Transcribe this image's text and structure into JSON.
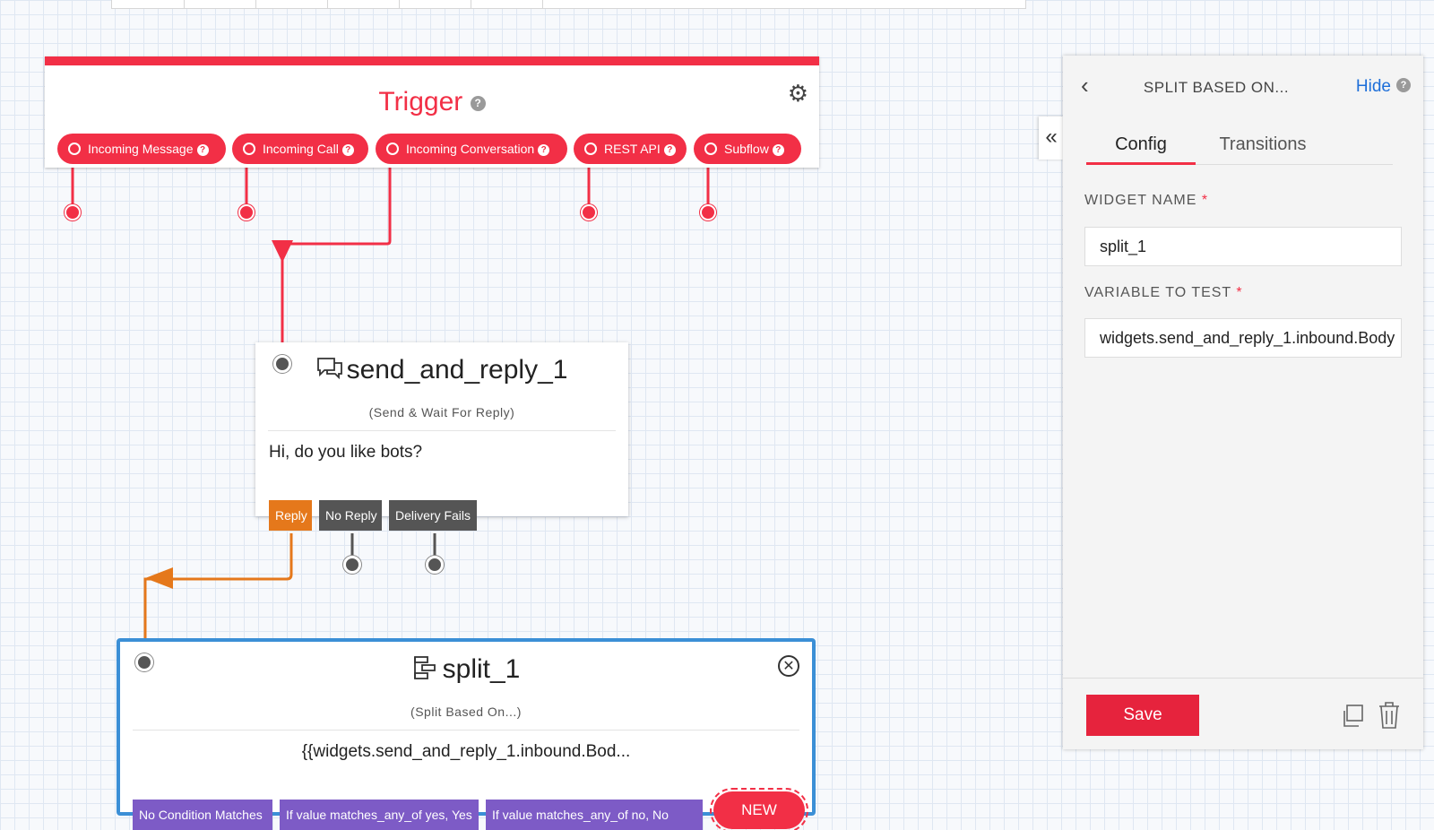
{
  "trigger": {
    "title": "Trigger",
    "help_icon": "question-circle-icon",
    "settings_icon": "gears-icon",
    "pills": [
      {
        "label": "Incoming Message"
      },
      {
        "label": "Incoming Call"
      },
      {
        "label": "Incoming Conversation"
      },
      {
        "label": "REST API"
      },
      {
        "label": "Subflow"
      }
    ]
  },
  "send_widget": {
    "icon": "chat-bubbles-icon",
    "name": "send_and_reply_1",
    "type": "(Send & Wait For Reply)",
    "body": "Hi, do you like bots?",
    "transitions": [
      "Reply",
      "No Reply",
      "Delivery Fails"
    ]
  },
  "split_widget": {
    "icon": "split-icon",
    "name": "split_1",
    "type": "(Split Based On...)",
    "body": "{{widgets.send_and_reply_1.inbound.Bod...",
    "transitions": [
      "No Condition Matches",
      "If value matches_any_of yes, Yes",
      "If value matches_any_of no, No"
    ],
    "new_label": "NEW"
  },
  "panel": {
    "title": "SPLIT BASED ON...",
    "hide_label": "Hide",
    "tabs": [
      "Config",
      "Transitions"
    ],
    "active_tab": "Config",
    "widget_name_label": "WIDGET NAME",
    "widget_name_value": "split_1",
    "variable_label": "VARIABLE TO TEST",
    "variable_value": "widgets.send_and_reply_1.inbound.Body",
    "required_mark": "*",
    "save_label": "Save"
  },
  "colors": {
    "brand_red": "#f22f46",
    "reply_orange": "#e5781b",
    "gray_tag": "#555555",
    "purple_tag": "#7d5bc6",
    "selected_blue": "#3b8fd6",
    "link_blue": "#1e6fd9"
  }
}
